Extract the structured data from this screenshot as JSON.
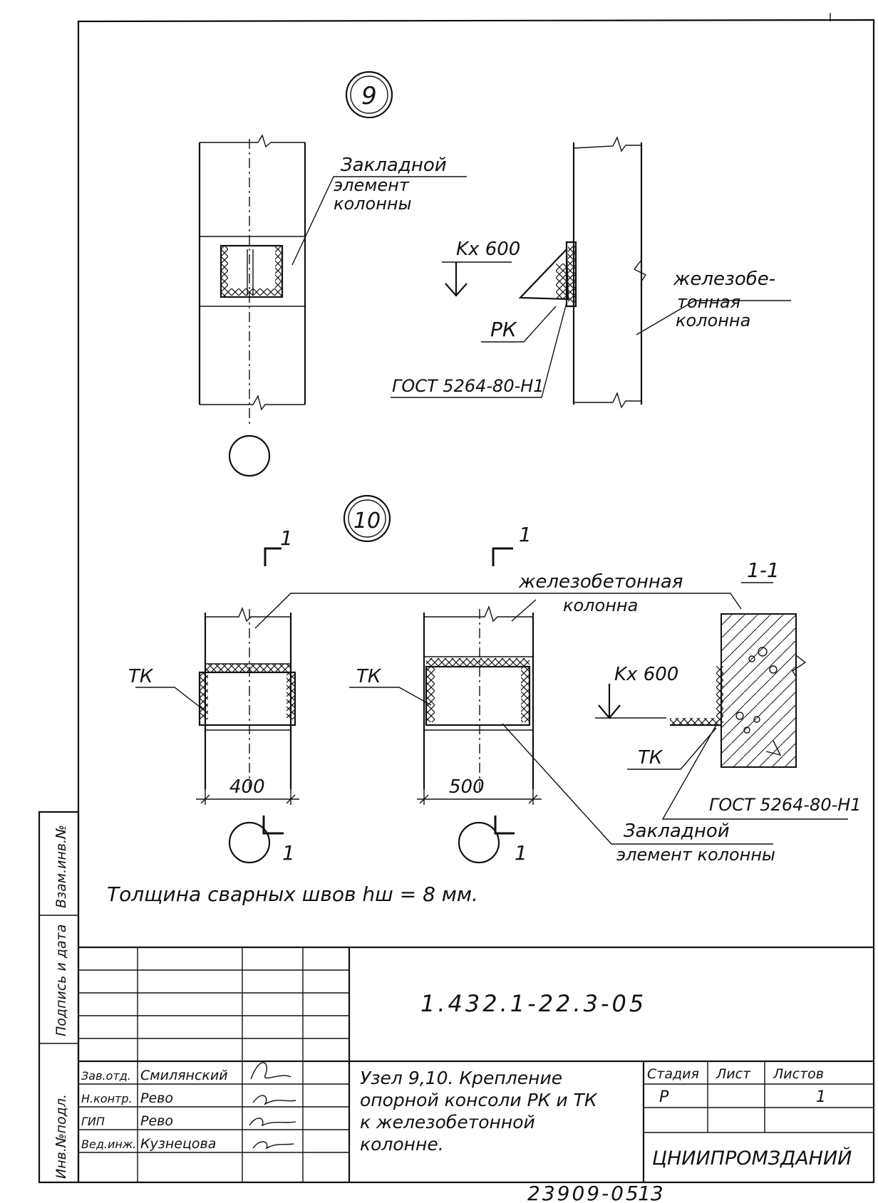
{
  "node_9": {
    "badge": "9",
    "label_embed": [
      "Закладной",
      "элемент",
      "колонны"
    ],
    "label_level": "Kx 600",
    "label_rk": "РК",
    "label_gost": "ГОСТ 5264-80-Н1",
    "label_column": [
      "железобе-",
      "тонная",
      "колонна"
    ]
  },
  "node_10": {
    "badge": "10",
    "section_marks": [
      "1",
      "1",
      "1",
      "1"
    ],
    "label_column": [
      "железобетонная",
      "колонна"
    ],
    "section_title": "1-1",
    "label_tk": [
      "ТК",
      "ТК",
      "ТК"
    ],
    "label_level": "Kx 600",
    "dim_left": "400",
    "dim_mid": "500",
    "label_gost": "ГОСТ 5264-80-Н1",
    "label_embed": [
      "Закладной",
      "элемент колонны"
    ]
  },
  "note": "Толщина сварных швов hш = 8 мм.",
  "stamp": {
    "doc_code": "1.432.1-22.3-05",
    "roles": [
      "Зав.отд.",
      "Н.контр.",
      "ГИП",
      "Вед.инж."
    ],
    "names": [
      "Смилянский",
      "Рево",
      "Рево",
      "Кузнецова"
    ],
    "title_lines": [
      "Узел 9,10. Крепление",
      "опорной консоли РК и ТК",
      "к железобетонной",
      "колонне."
    ],
    "col_stage": "Стадия",
    "col_sheet": "Лист",
    "col_sheets": "Листов",
    "stage_value": "Р",
    "sheets_value": "1",
    "organization": "ЦНИИПРОМЗДАНИЙ"
  },
  "side_labels": [
    "Инв.№подл.",
    "Подпись и дата",
    "Взам.инв.№"
  ],
  "footer_number": "23909-05",
  "page_number": "13"
}
